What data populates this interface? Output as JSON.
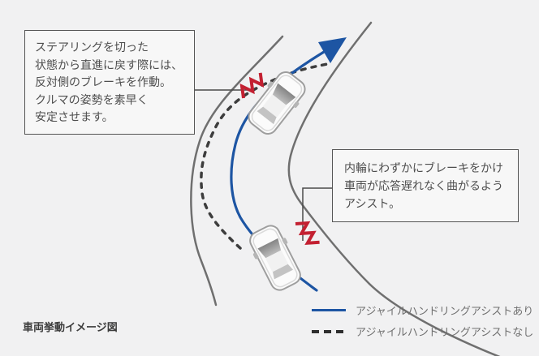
{
  "page": {
    "background": "#f1f1f2"
  },
  "colors": {
    "assist_line": "#1d55a3",
    "no_assist_line": "#3d3d3d",
    "road": "#6f6f6f",
    "brake_mark": "#c32031",
    "connector": "#4a4a4a"
  },
  "callouts": {
    "steering_return": {
      "lines": [
        "ステアリングを切った",
        "状態から直進に戻す際には、",
        "反対側のブレーキを作動。",
        "クルマの姿勢を素早く",
        "安定させます。"
      ]
    },
    "inner_wheel": {
      "lines": [
        "内輪にわずかにブレーキをかけ",
        "車両が応答遅れなく曲がるよう",
        "アシスト。"
      ]
    }
  },
  "legend": {
    "items": [
      {
        "style": "solid",
        "label": "アジャイルハンドリングアシストあり"
      },
      {
        "style": "dashed",
        "label": "アジャイルハンドリングアシストなし"
      }
    ]
  },
  "caption": "車両挙動イメージ図"
}
